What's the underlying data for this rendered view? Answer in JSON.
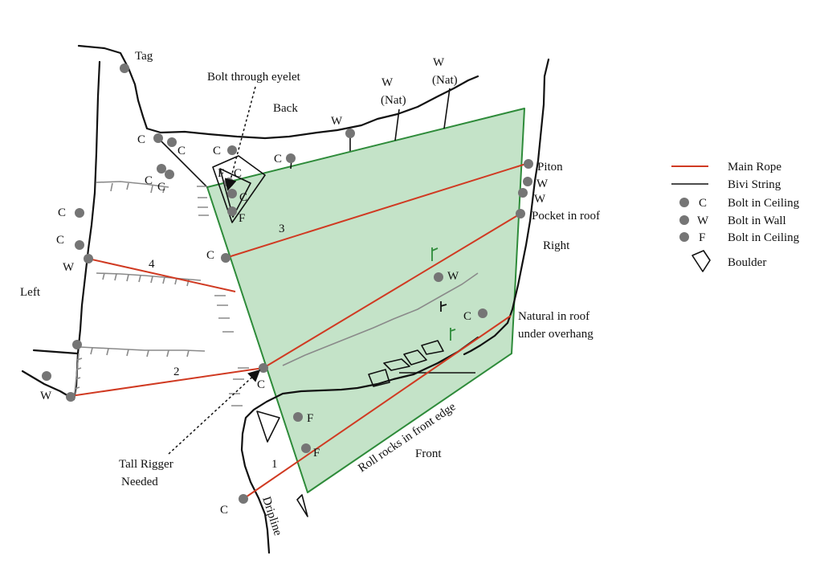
{
  "labels": {
    "tag": "Tag",
    "bolt_eyelet": "Bolt through eyelet",
    "back": "Back",
    "w_back": "W",
    "w_nat1_w": "W",
    "w_nat1_nat": "(Nat)",
    "w_nat2_w": "W",
    "w_nat2_nat": "(Nat)",
    "c1": "C",
    "c2": "C",
    "c3": "C",
    "c4": "C",
    "c5": "C",
    "c6": "C",
    "c7": "C",
    "c8": "C",
    "c9": "C",
    "c10": "C",
    "c11": "C",
    "c12": "C",
    "c13": "C",
    "c14": "C",
    "f1": "F",
    "f2": "F",
    "f3": "F",
    "f4": "F",
    "w_left": "W",
    "w_left2": "W",
    "w_mid": "W",
    "w_right1": "W",
    "w_right2": "W",
    "piton": "Piton",
    "pocket": "Pocket in roof",
    "right": "Right",
    "left": "Left",
    "natural_line1": "Natural in roof",
    "natural_line2": "under overhang",
    "roll_rocks": "Roll rocks in front edge",
    "front": "Front",
    "dripline": "Dripline",
    "tall_rigger_line1": "Tall Rigger",
    "tall_rigger_line2": "Needed",
    "rope1": "1",
    "rope2": "2",
    "rope3": "3",
    "rope4": "4"
  },
  "legend": [
    {
      "symbol": "",
      "label": "Main Rope"
    },
    {
      "symbol": "",
      "label": "Bivi String"
    },
    {
      "symbol": "C",
      "label": "Bolt in Ceiling"
    },
    {
      "symbol": "W",
      "label": "Bolt in Wall"
    },
    {
      "symbol": "F",
      "label": "Bolt in Ceiling"
    },
    {
      "symbol": "",
      "label": "Boulder"
    }
  ],
  "colors": {
    "main_rope": "#d03a22",
    "bivi_area_fill": "#c4e3c8",
    "bivi_area_stroke": "#2e8b3a",
    "bolt": "#757575",
    "crack": "#8a8a8a"
  },
  "icons": {
    "bolt": "filled-circle",
    "boulder": "boulder-outline-icon"
  }
}
